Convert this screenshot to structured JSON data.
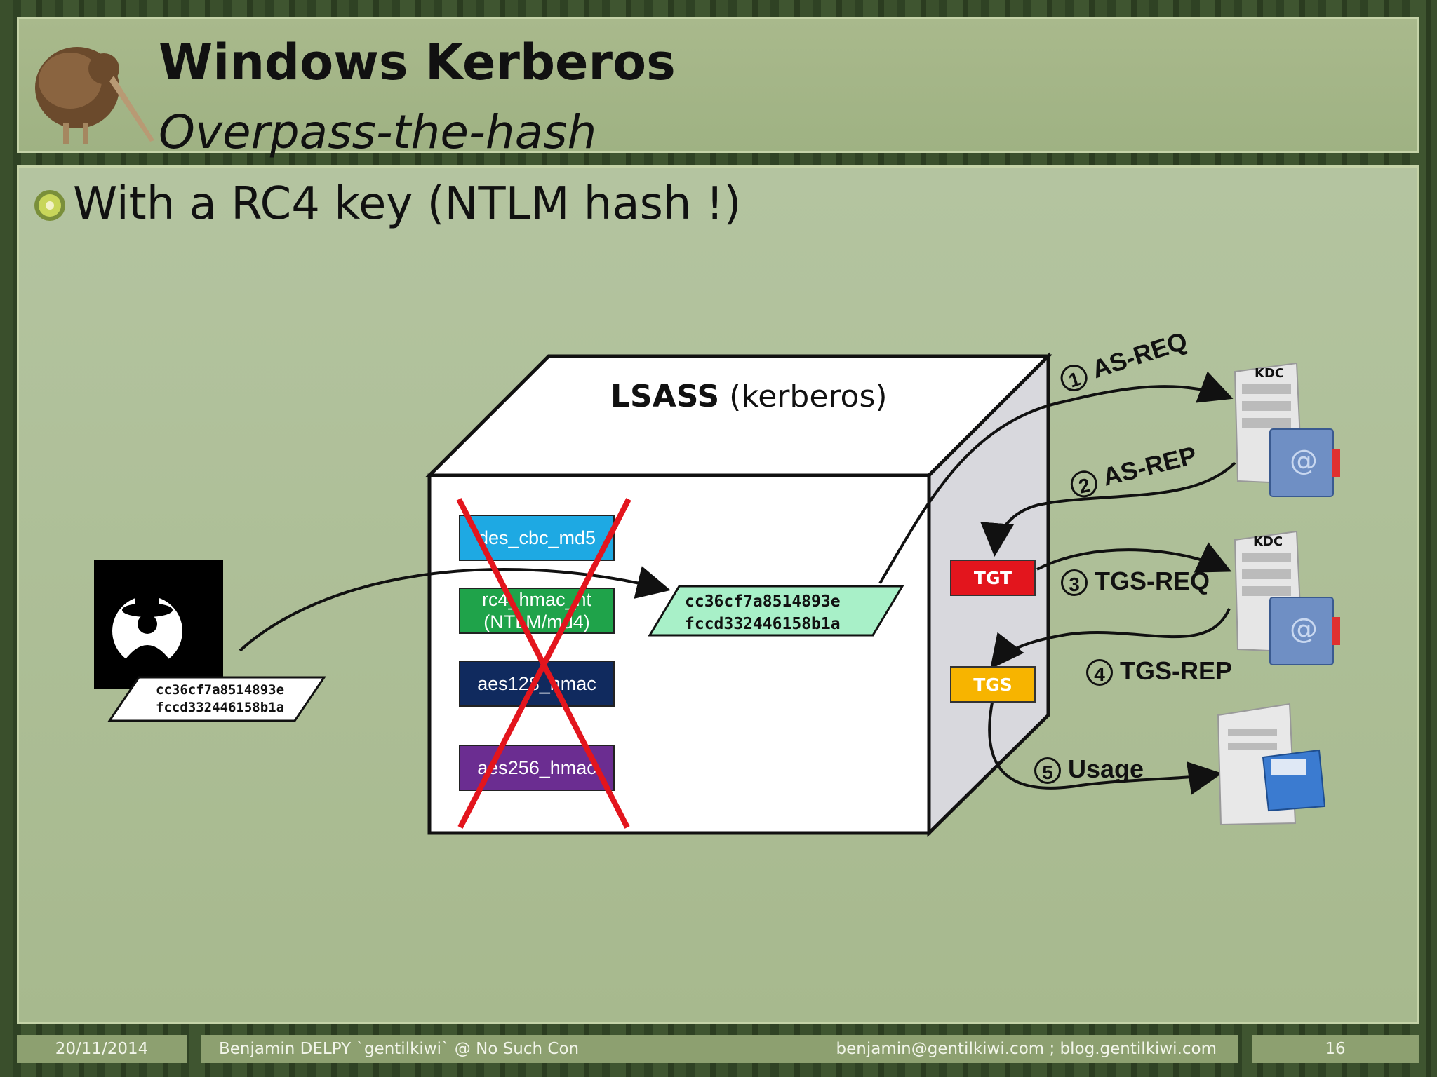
{
  "slide": {
    "title": "Windows Kerberos",
    "subtitle": "Overpass-the-hash",
    "bullet": "With a RC4 key (NTLM hash !)"
  },
  "diagram": {
    "lsass_bold": "LSASS",
    "lsass_rest": " (kerberos)",
    "keys": [
      {
        "label": "des_cbc_md5",
        "color": "#1ea9e3"
      },
      {
        "label": "rc4_hmac_nt (NTLM/md4)",
        "color": "#1fa34a"
      },
      {
        "label": "aes128_hmac",
        "color": "#102a5e"
      },
      {
        "label": "aes256_hmac",
        "color": "#6b2d91"
      }
    ],
    "hash_line1": "cc36cf7a8514893e",
    "hash_line2": "fccd332446158b1a",
    "tickets": [
      {
        "label": "TGT",
        "color": "#e3151d",
        "text_color": "#ffffff"
      },
      {
        "label": "TGS",
        "color": "#f7b400",
        "text_color": "#ffffff"
      }
    ],
    "steps": [
      {
        "num": "1",
        "label": "AS-REQ"
      },
      {
        "num": "2",
        "label": "AS-REP"
      },
      {
        "num": "3",
        "label": "TGS-REQ"
      },
      {
        "num": "4",
        "label": "TGS-REP"
      },
      {
        "num": "5",
        "label": "Usage"
      }
    ],
    "kdc_label": "KDC"
  },
  "footer": {
    "date": "20/11/2014",
    "author": "Benjamin DELPY `gentilkiwi` @ No Such Con",
    "contact": "benjamin@gentilkiwi.com ; blog.gentilkiwi.com",
    "page": "16"
  }
}
